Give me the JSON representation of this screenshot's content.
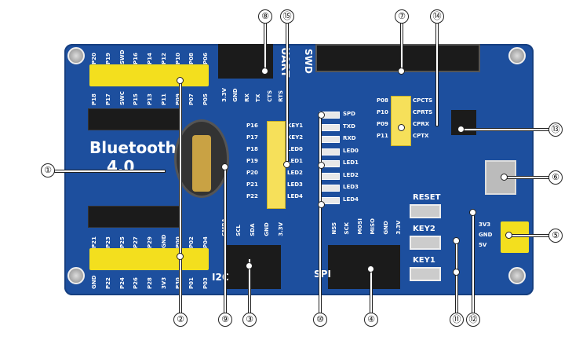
{
  "board": {
    "brand": "Bluetooth",
    "version": "4.0",
    "top_header_top": [
      "P20",
      "P19",
      "SWD",
      "P16",
      "P14",
      "P12",
      "P10",
      "P08",
      "P06"
    ],
    "top_header_bottom": [
      "P18",
      "P17",
      "SWC",
      "P15",
      "P13",
      "P11",
      "P09",
      "P07",
      "P05"
    ],
    "bottom_header_top": [
      "P21",
      "P23",
      "P25",
      "P27",
      "P29",
      "GND",
      "P00",
      "P02",
      "P04"
    ],
    "bottom_header_bottom": [
      "GND",
      "P22",
      "P24",
      "P26",
      "P28",
      "3V3",
      "P30",
      "P01",
      "P03"
    ],
    "uart_label": "UART",
    "uart_pins": [
      "3.3V",
      "GND",
      "RX",
      "TX",
      "CTS",
      "RTS"
    ],
    "swd_label": "SWD",
    "i2c_label": "I2C",
    "i2c_pins": [
      "SMBA",
      "SCL",
      "SDA",
      "GND",
      "3.3V"
    ],
    "spi_label": "SPI",
    "spi_pins": [
      "NSS",
      "SCK",
      "MOSI",
      "MISO",
      "GND",
      "3.3V"
    ],
    "jumper_left": [
      "P16",
      "P17",
      "P18",
      "P19",
      "P20",
      "P21",
      "P22"
    ],
    "jumper_right": [
      "KEY1",
      "KEY2",
      "LED0",
      "LED1",
      "LED2",
      "LED3",
      "LED4"
    ],
    "leds": [
      "SPD",
      "TXD",
      "RXD",
      "LED0",
      "LED1",
      "LED2",
      "LED3",
      "LED4"
    ],
    "uart_jumper_left": [
      "P08",
      "P10",
      "P09",
      "P11"
    ],
    "uart_jumper_right": [
      "CPCTS",
      "CPRTS",
      "CPRX",
      "CPTX"
    ],
    "buttons": [
      "RESET",
      "KEY2",
      "KEY1"
    ],
    "power_pins": [
      "3V3",
      "GND",
      "5V"
    ]
  },
  "callouts": [
    "①",
    "②",
    "③",
    "④",
    "⑤",
    "⑥",
    "⑦",
    "⑧",
    "⑨",
    "⑩",
    "⑪",
    "⑫",
    "⑬",
    "⑭",
    "⑮"
  ]
}
